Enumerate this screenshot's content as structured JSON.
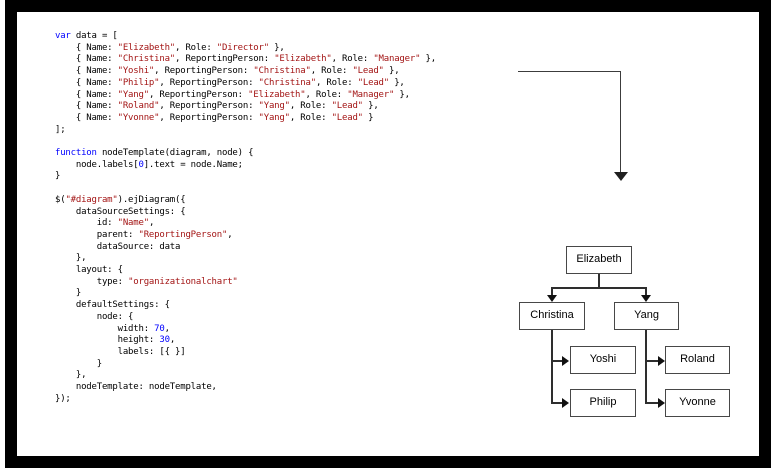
{
  "frame": {
    "border_color": "#000000",
    "background": "#ffffff"
  },
  "code": {
    "colors": {
      "keyword": "#0000ff",
      "string": "#a31515",
      "number": "#0000ff",
      "plain": "#000000"
    },
    "lines": [
      [
        [
          "k",
          "var"
        ],
        [
          "p",
          " data = ["
        ]
      ],
      [
        [
          "p",
          "    { Name: "
        ],
        [
          "s",
          "\"Elizabeth\""
        ],
        [
          "p",
          ", Role: "
        ],
        [
          "s",
          "\"Director\""
        ],
        [
          "p",
          " },"
        ]
      ],
      [
        [
          "p",
          "    { Name: "
        ],
        [
          "s",
          "\"Christina\""
        ],
        [
          "p",
          ", ReportingPerson: "
        ],
        [
          "s",
          "\"Elizabeth\""
        ],
        [
          "p",
          ", Role: "
        ],
        [
          "s",
          "\"Manager\""
        ],
        [
          "p",
          " },"
        ]
      ],
      [
        [
          "p",
          "    { Name: "
        ],
        [
          "s",
          "\"Yoshi\""
        ],
        [
          "p",
          ", ReportingPerson: "
        ],
        [
          "s",
          "\"Christina\""
        ],
        [
          "p",
          ", Role: "
        ],
        [
          "s",
          "\"Lead\""
        ],
        [
          "p",
          " },"
        ]
      ],
      [
        [
          "p",
          "    { Name: "
        ],
        [
          "s",
          "\"Philip\""
        ],
        [
          "p",
          ", ReportingPerson: "
        ],
        [
          "s",
          "\"Christina\""
        ],
        [
          "p",
          ", Role: "
        ],
        [
          "s",
          "\"Lead\""
        ],
        [
          "p",
          " },"
        ]
      ],
      [
        [
          "p",
          "    { Name: "
        ],
        [
          "s",
          "\"Yang\""
        ],
        [
          "p",
          ", ReportingPerson: "
        ],
        [
          "s",
          "\"Elizabeth\""
        ],
        [
          "p",
          ", Role: "
        ],
        [
          "s",
          "\"Manager\""
        ],
        [
          "p",
          " },"
        ]
      ],
      [
        [
          "p",
          "    { Name: "
        ],
        [
          "s",
          "\"Roland\""
        ],
        [
          "p",
          ", ReportingPerson: "
        ],
        [
          "s",
          "\"Yang\""
        ],
        [
          "p",
          ", Role: "
        ],
        [
          "s",
          "\"Lead\""
        ],
        [
          "p",
          " },"
        ]
      ],
      [
        [
          "p",
          "    { Name: "
        ],
        [
          "s",
          "\"Yvonne\""
        ],
        [
          "p",
          ", ReportingPerson: "
        ],
        [
          "s",
          "\"Yang\""
        ],
        [
          "p",
          ", Role: "
        ],
        [
          "s",
          "\"Lead\""
        ],
        [
          "p",
          " }"
        ]
      ],
      [
        [
          "p",
          "];"
        ]
      ],
      [],
      [
        [
          "k",
          "function"
        ],
        [
          "p",
          " nodeTemplate(diagram, node) {"
        ]
      ],
      [
        [
          "p",
          "    node.labels["
        ],
        [
          "n",
          "0"
        ],
        [
          "p",
          "].text = node.Name;"
        ]
      ],
      [
        [
          "p",
          "}"
        ]
      ],
      [],
      [
        [
          "p",
          "$("
        ],
        [
          "s",
          "\"#diagram\""
        ],
        [
          "p",
          ").ejDiagram({"
        ]
      ],
      [
        [
          "p",
          "    dataSourceSettings: {"
        ]
      ],
      [
        [
          "p",
          "        id: "
        ],
        [
          "s",
          "\"Name\""
        ],
        [
          "p",
          ","
        ]
      ],
      [
        [
          "p",
          "        parent: "
        ],
        [
          "s",
          "\"ReportingPerson\""
        ],
        [
          "p",
          ","
        ]
      ],
      [
        [
          "p",
          "        dataSource: data"
        ]
      ],
      [
        [
          "p",
          "    },"
        ]
      ],
      [
        [
          "p",
          "    layout: {"
        ]
      ],
      [
        [
          "p",
          "        type: "
        ],
        [
          "s",
          "\"organizationalchart\""
        ]
      ],
      [
        [
          "p",
          "    }"
        ]
      ],
      [
        [
          "p",
          "    defaultSettings: {"
        ]
      ],
      [
        [
          "p",
          "        node: {"
        ]
      ],
      [
        [
          "p",
          "            width: "
        ],
        [
          "n",
          "70"
        ],
        [
          "p",
          ","
        ]
      ],
      [
        [
          "p",
          "            height: "
        ],
        [
          "n",
          "30"
        ],
        [
          "p",
          ","
        ]
      ],
      [
        [
          "p",
          "            labels: [{ }]"
        ]
      ],
      [
        [
          "p",
          "        }"
        ]
      ],
      [
        [
          "p",
          "    },"
        ]
      ],
      [
        [
          "p",
          "    nodeTemplate: nodeTemplate,"
        ]
      ],
      [
        [
          "p",
          "});"
        ]
      ]
    ]
  },
  "diagram": {
    "nodes": {
      "elizabeth": {
        "label": "Elizabeth"
      },
      "christina": {
        "label": "Christina"
      },
      "yang": {
        "label": "Yang"
      },
      "yoshi": {
        "label": "Yoshi"
      },
      "roland": {
        "label": "Roland"
      },
      "philip": {
        "label": "Philip"
      },
      "yvonne": {
        "label": "Yvonne"
      }
    },
    "org_data": [
      {
        "name": "Elizabeth",
        "reportingPerson": null,
        "role": "Director"
      },
      {
        "name": "Christina",
        "reportingPerson": "Elizabeth",
        "role": "Manager"
      },
      {
        "name": "Yoshi",
        "reportingPerson": "Christina",
        "role": "Lead"
      },
      {
        "name": "Philip",
        "reportingPerson": "Christina",
        "role": "Lead"
      },
      {
        "name": "Yang",
        "reportingPerson": "Elizabeth",
        "role": "Manager"
      },
      {
        "name": "Roland",
        "reportingPerson": "Yang",
        "role": "Lead"
      },
      {
        "name": "Yvonne",
        "reportingPerson": "Yang",
        "role": "Lead"
      }
    ],
    "line_color": "#2e2e2e",
    "node_border_color": "#474747"
  }
}
